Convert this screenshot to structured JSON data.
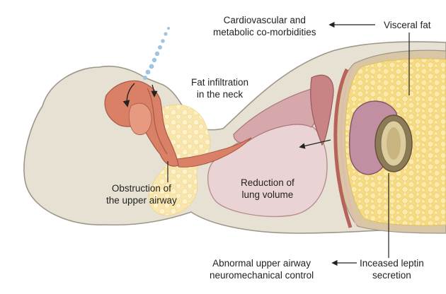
{
  "labels": {
    "cardiovascular": [
      "Cardiovascular and",
      "metabolic co-morbidities"
    ],
    "visceral_fat": [
      "Visceral fat"
    ],
    "fat_infiltration": [
      "Fat infiltration",
      "in the neck"
    ],
    "obstruction": [
      "Obstruction of",
      "the upper airway"
    ],
    "reduction": [
      "Reduction of",
      "lung volume"
    ],
    "abnormal_control": [
      "Abnormal upper airway",
      "neuromechanical control"
    ],
    "leptin": [
      "Inceased leptin",
      "secretion"
    ]
  },
  "colors": {
    "body": "#e6e1d2",
    "body_outline": "#9d978a",
    "fat": "#f6dc86",
    "airway": "#d98066",
    "lung": "#ead3d4",
    "heart": "#c38c9c",
    "organ": "#c4b083",
    "bubbles": "#9fc4e0"
  }
}
